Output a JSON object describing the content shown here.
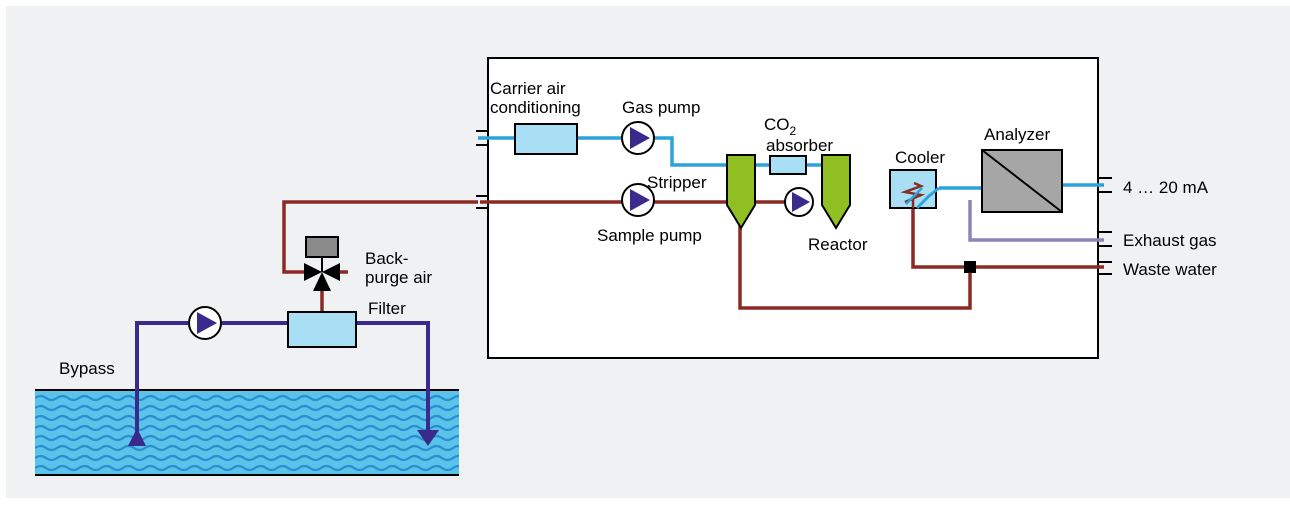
{
  "labels": {
    "carrier_air_line1": "Carrier air",
    "carrier_air_line2": "conditioning",
    "gas_pump": "Gas pump",
    "co2_base": "CO",
    "co2_sub": "2",
    "absorber": "absorber",
    "stripper": "Stripper",
    "sample_pump": "Sample pump",
    "reactor": "Reactor",
    "cooler": "Cooler",
    "analyzer": "Analyzer",
    "output_signal": "4 … 20 mA",
    "exhaust_gas": "Exhaust gas",
    "waste_water": "Waste water",
    "backpurge_line1": "Back-",
    "backpurge_line2": "purge air",
    "filter": "Filter",
    "bypass": "Bypass"
  },
  "colors": {
    "page_background": "#f0f1f3",
    "carrier_air_line": "#2aa3dc",
    "sample_line": "#8b2a24",
    "bypass_line": "#3a2a8c",
    "exhaust_line": "#8a86b8",
    "component_fill": "#a8dff5",
    "stripper_reactor_fill": "#8fbf20",
    "water_fill": "#5bc3ea",
    "water_wave": "#2a8fd0",
    "valve_actuator": "#9a9a9a"
  }
}
